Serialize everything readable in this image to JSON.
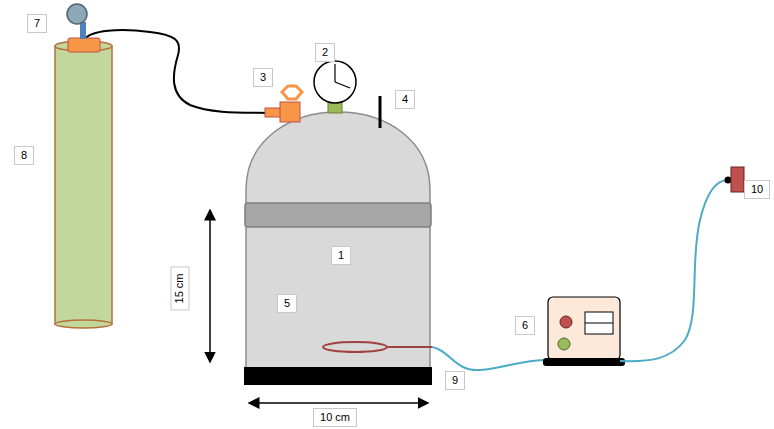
{
  "diagram": {
    "labels": [
      "7",
      "2",
      "3",
      "4",
      "8",
      "10",
      "1",
      "5",
      "15 cm",
      "6",
      "9",
      "10 cm"
    ]
  }
}
